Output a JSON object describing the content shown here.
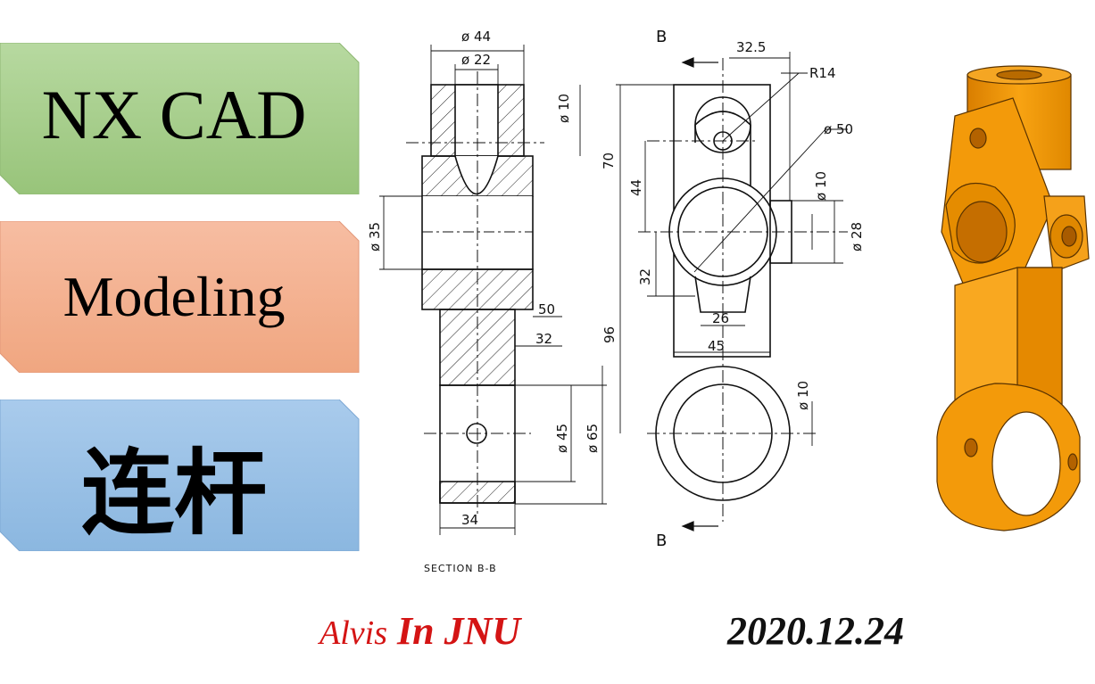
{
  "banners": {
    "title": "NX CAD",
    "subtitle": "Modeling",
    "part_name": "连杆",
    "colors": {
      "green": "#a9d18e",
      "orange": "#f4b183",
      "blue": "#9dc3e6"
    }
  },
  "drawing": {
    "section_label": "SECTION B-B",
    "cut_marker_top": "B",
    "cut_marker_bottom": "B",
    "dims": {
      "d44": "ø 44",
      "d22": "ø 22",
      "d10_a": "ø 10",
      "d35": "ø 35",
      "n50": "50",
      "n32_a": "32",
      "d45": "ø 45",
      "d65": "ø 65",
      "n34": "34",
      "n32_5": "32.5",
      "r14": "R14",
      "d50": "ø 50",
      "d10_b": "ø 10",
      "d28": "ø 28",
      "n70": "70",
      "n44": "44",
      "n32_b": "32",
      "n96": "96",
      "n26": "26",
      "n45": "45",
      "d10_c": "ø 10"
    }
  },
  "render3d": {
    "color": "#f59a00"
  },
  "footer": {
    "author_first": "Alvis",
    "author_second": "In JNU",
    "date": "2020.12.24"
  }
}
